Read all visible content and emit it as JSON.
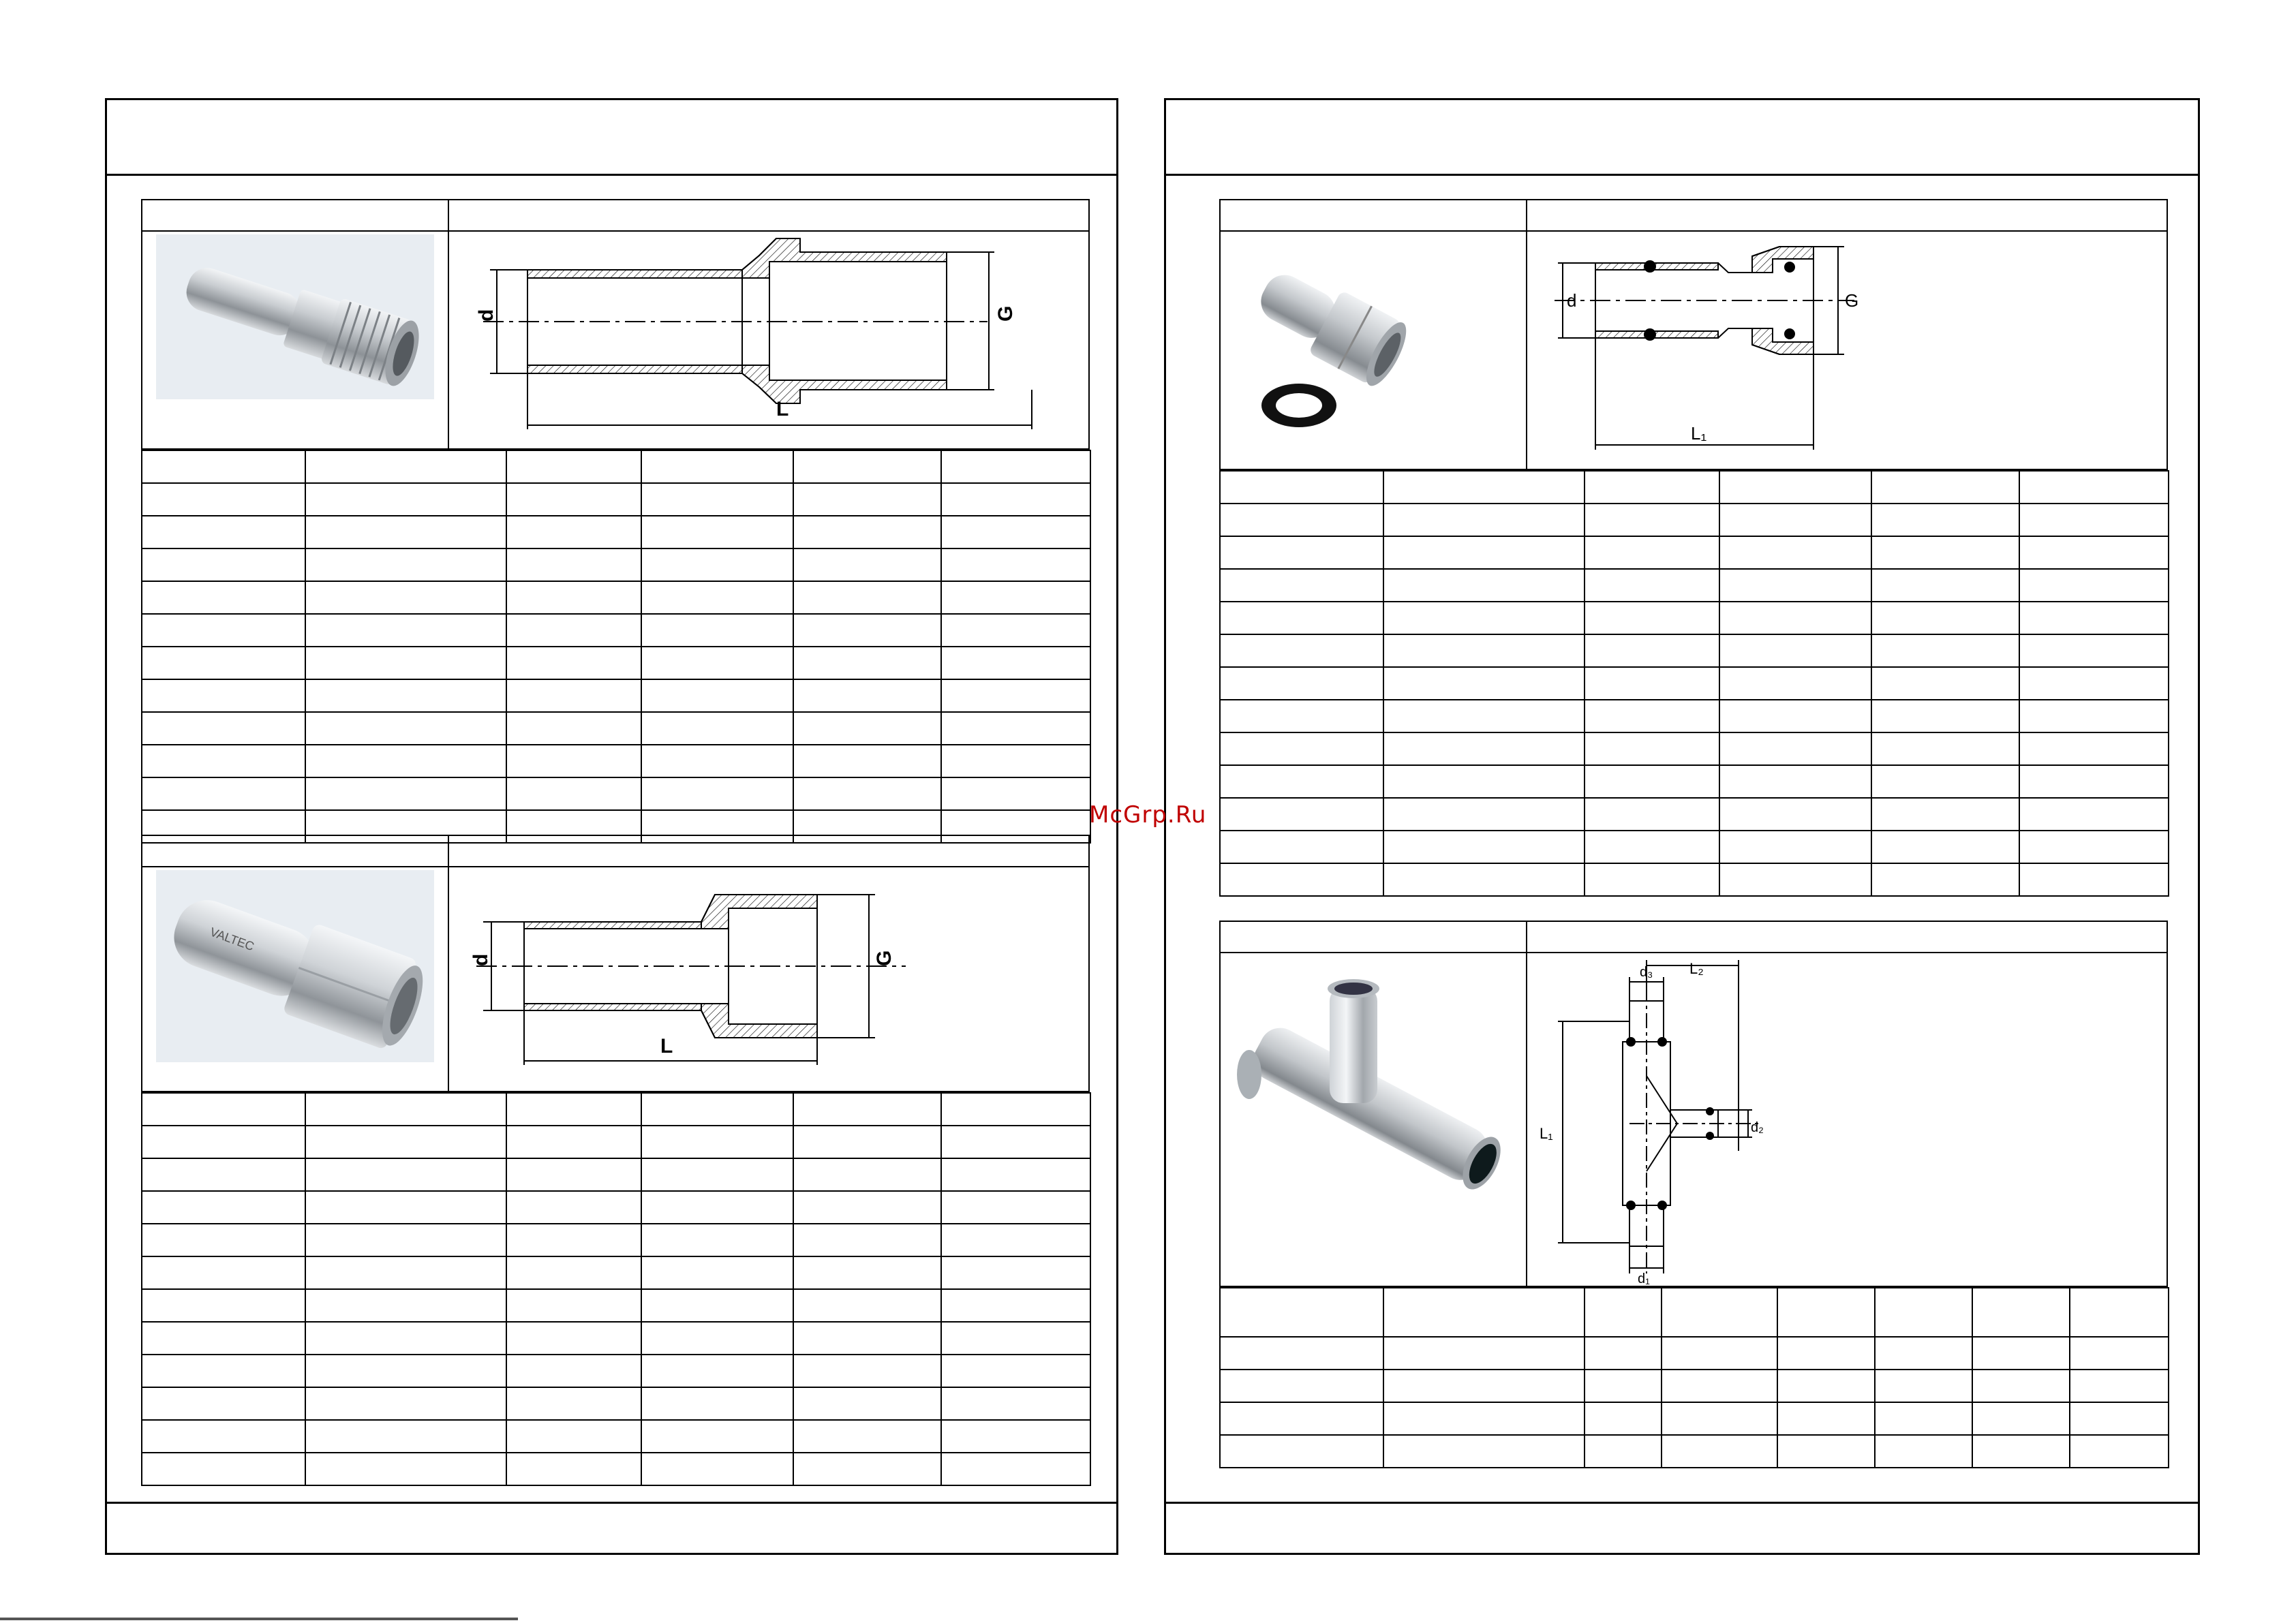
{
  "watermark": "McGrp.Ru",
  "drawing_labels": {
    "male_adapter": {
      "d": "d",
      "G": "G",
      "L": "L"
    },
    "female_adapter": {
      "d": "d",
      "G": "G",
      "L": "L"
    },
    "union": {
      "d": "d",
      "G": "G",
      "L1": "L₁"
    },
    "tee": {
      "L1": "L₁",
      "L2": "L₂",
      "d1": "d₁",
      "d2": "d₂",
      "d3": "d₃"
    }
  },
  "icons": {
    "male_adapter_photo": "male-threaded-press-adapter",
    "female_adapter_photo": "female-threaded-press-adapter",
    "union_photo": "press-union-with-nut-and-gasket",
    "tee_photo": "reducing-press-tee"
  },
  "colors": {
    "line": "#000000",
    "watermark": "#c00000",
    "steel": "#b8bcc0"
  }
}
